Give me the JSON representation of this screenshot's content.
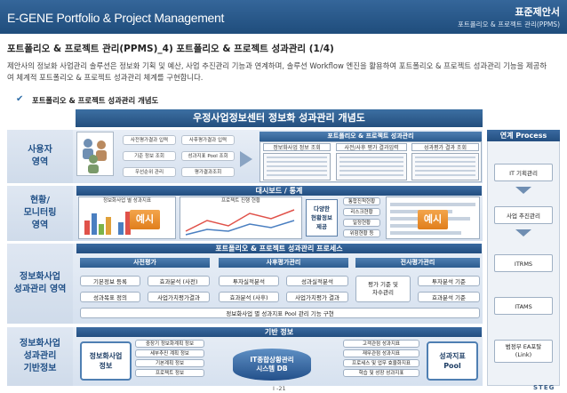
{
  "header": {
    "title": "E-GENE Portfolio & Project Management",
    "doc_type": "표준제안서",
    "doc_sub": "포트폴리오 & 프로젝트 관리(PPMS)"
  },
  "section_title": "포트폴리오 & 프로젝트 관리(PPMS)_4) 포트폴리오 & 프로젝트 성과관리 (1/4)",
  "description": "제안사의 정보화 사업관리 솔루션은 정보화 기획 및 예산, 사업 추진관리 기능과 연계하며, 솔루션 Workflow 엔진을 활용하여 포트폴리오 & 프로젝트 성과관리 기능을 제공하여 체계적 포트폴리오 & 프로젝트 성과관리 체계를 구현합니다.",
  "subsection": "포트폴리오 & 프로젝트 성과관리 개념도",
  "diagram": {
    "title": "우정사업정보센터 정보화 성과관리 개념도",
    "rows": {
      "user": "사용자\n영역",
      "status": "현황/\n모니터링\n영역",
      "biz": "정보화사업\n성과관리 영역",
      "base": "정보화사업\n성과관리\n기반정보"
    },
    "user_area": {
      "buttons": [
        "사전평가결과 입력",
        "사후평가결과 입력",
        "기준 정보 조회",
        "성과지표 Pool 조회",
        "우선순위 관리",
        "평가결과조회"
      ],
      "portal_title": "포트폴리오 & 프로젝트 성과관리",
      "tabs": [
        "정보화사업 정보 조회",
        "사전/사후 평가 결과입력",
        "성과평가 결과 조회"
      ]
    },
    "dashboard": {
      "title": "대시보드 / 통계",
      "left_label": "정보화사업 별 성과지표",
      "mid_label": "프로젝트 진행 현황",
      "example": "예시",
      "center_box": "다양한\n현황정보\n제공",
      "list": [
        "통합진척현황",
        "리스크현황",
        "일정현황",
        "위험현황 등"
      ]
    },
    "process": {
      "title": "포트폴리오 & 프로젝트 성과관리 프로세스",
      "phases": [
        "사전평가",
        "사후평가관리",
        "전사평가관리"
      ],
      "items": [
        "기본정보 등록",
        "효과분석 (사전)",
        "투자실적분석",
        "성과실적분석",
        "투자분석 기준",
        "성과목표 정의",
        "사업가치평가결과",
        "효과분석 (사후)",
        "사업가치평가 결과",
        "효과분석 기준"
      ],
      "center_item": "평가 기준 및\n차수관리",
      "footer": "정보화사업 별 성과지표 Pool 관리 기능 구현"
    },
    "base": {
      "title": "기반 정보",
      "left_box": "정보화사업\n정보",
      "left_list": [
        "중장기 정보화계획 정보",
        "세부추진 계획 정보",
        "기본계획 정보",
        "프로젝트 정보"
      ],
      "center": "IT종합상황관리\n시스템 DB",
      "right_list": [
        "고객관점 성과지표",
        "재무관점 성과지표",
        "프로세스 및 업무 효율화지표",
        "학습 및 성장 성과지표"
      ],
      "right_box": "성과지표\nPool"
    },
    "linked": {
      "title": "연계 Process",
      "items": [
        "IT 기획관리",
        "사업 추진관리",
        "ITRMS",
        "ITAMS",
        "범정부 EA포탈\n(Link)"
      ]
    }
  },
  "footer": {
    "page": "I -21",
    "logo": "STEG"
  },
  "colors": {
    "header": "#234f7e",
    "accent": "#2c5c8f",
    "example": "#e9912e"
  }
}
